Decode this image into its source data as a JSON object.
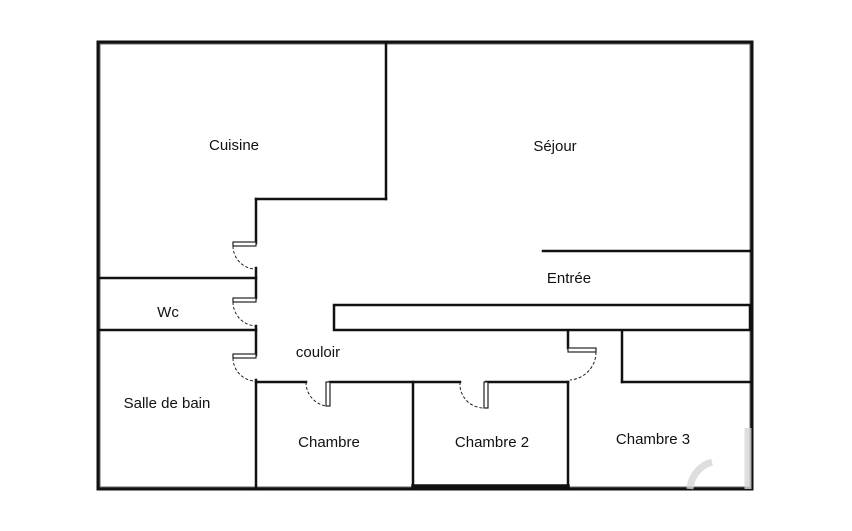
{
  "rooms": {
    "cuisine": "Cuisine",
    "sejour": "Séjour",
    "entree": "Entrée",
    "wc": "Wc",
    "couloir": "couloir",
    "salle_de_bain": "Salle de bain",
    "chambre": "Chambre",
    "chambre_2": "Chambre 2",
    "chambre_3": "Chambre 3"
  },
  "colors": {
    "wall": "#111111",
    "background": "#ffffff",
    "door_swing": "#333333"
  }
}
